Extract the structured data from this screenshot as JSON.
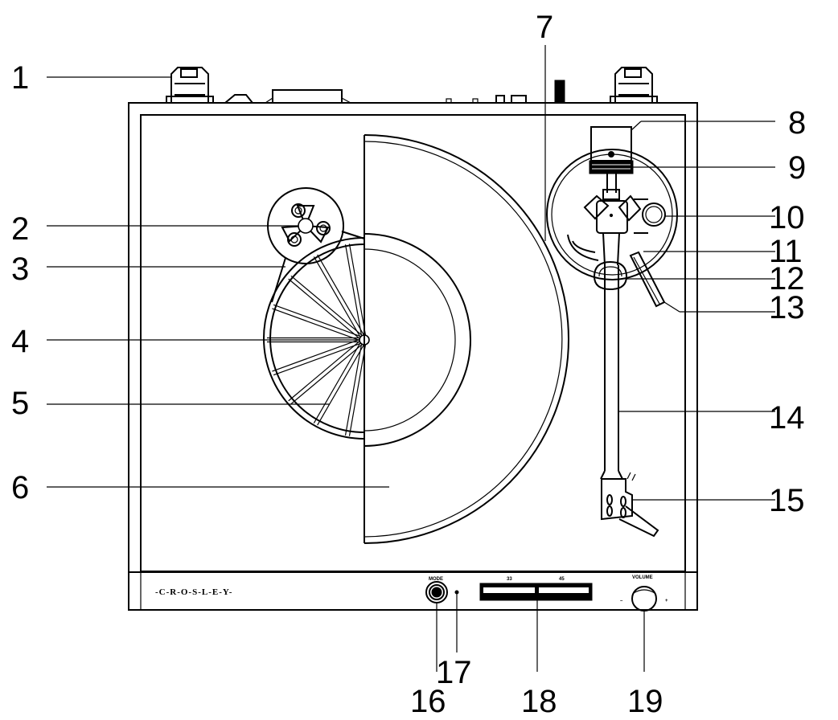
{
  "brand": "-C-R-O-S-L-E-Y-",
  "controls": {
    "mode_label": "MODE",
    "speed_33_label": "33",
    "speed_45_label": "45",
    "volume_label": "VOLUME",
    "volume_minus": "–",
    "volume_plus": "+"
  },
  "callouts": [
    "1",
    "2",
    "3",
    "4",
    "5",
    "6",
    "7",
    "8",
    "9",
    "10",
    "11",
    "12",
    "13",
    "14",
    "15",
    "16",
    "17",
    "18",
    "19"
  ]
}
